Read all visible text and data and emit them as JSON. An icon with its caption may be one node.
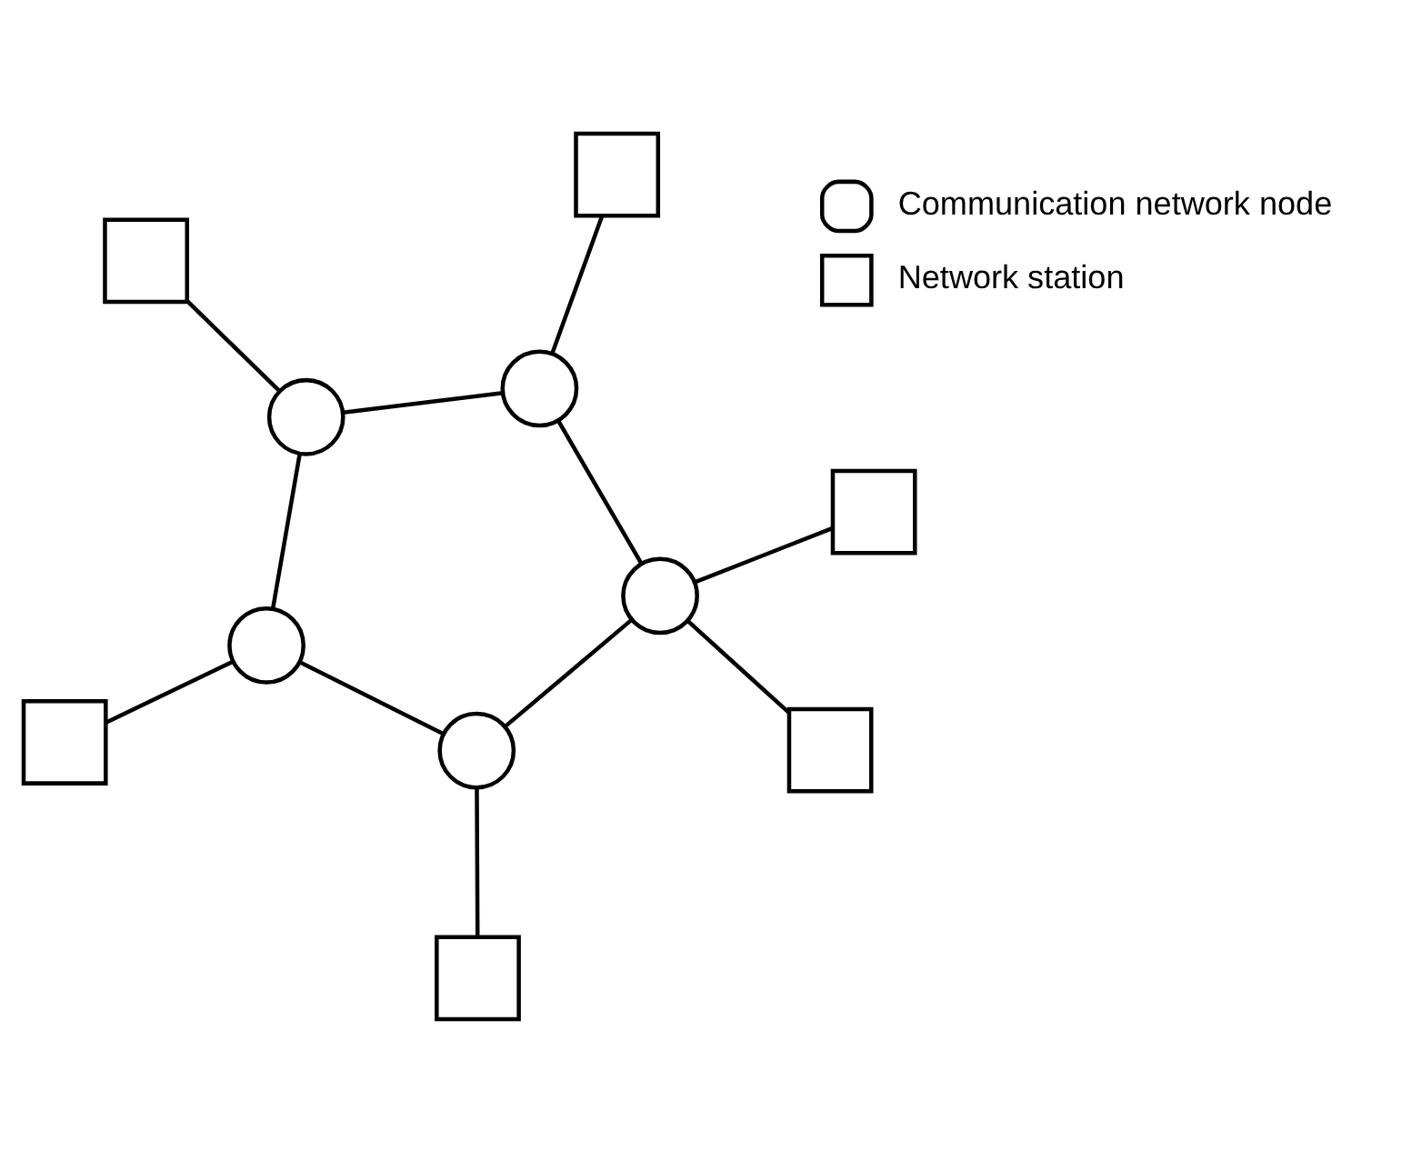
{
  "diagram": {
    "nodes": [
      {
        "text": [],
        "shape": "box"
      },
      {
        "text": [],
        "shape": "circle"
      },
      {
        "text": [],
        "shape": "box"
      },
      {
        "text": [],
        "shape": "circle"
      },
      {
        "text": [],
        "shape": "circle"
      },
      {
        "text": [],
        "shape": "box"
      },
      {
        "text": [],
        "shape": "circle"
      },
      {
        "text": [],
        "shape": "circle"
      },
      {
        "text": [],
        "shape": "box"
      },
      {
        "text": [],
        "shape": "box"
      },
      {
        "text": [],
        "shape": "box"
      }
    ],
    "edges": [
      {
        "from": 1,
        "to": 0,
        "arrow": "none"
      },
      {
        "from": 3,
        "to": 2,
        "arrow": "none"
      },
      {
        "from": 4,
        "to": 5,
        "arrow": "none"
      },
      {
        "from": 6,
        "to": 9,
        "arrow": "none"
      },
      {
        "from": 7,
        "to": 8,
        "arrow": "none"
      },
      {
        "from": 7,
        "to": 10,
        "arrow": "none"
      },
      {
        "from": 1,
        "to": 4,
        "arrow": "none"
      },
      {
        "from": 4,
        "to": 7,
        "arrow": "none"
      },
      {
        "from": 7,
        "to": 6,
        "arrow": "none"
      },
      {
        "from": 6,
        "to": 3,
        "arrow": "none"
      },
      {
        "from": 3,
        "to": 1,
        "arrow": "none"
      }
    ],
    "legend": [
      {
        "text": "Communication network node"
      },
      {
        "text": "Network station"
      }
    ]
  }
}
